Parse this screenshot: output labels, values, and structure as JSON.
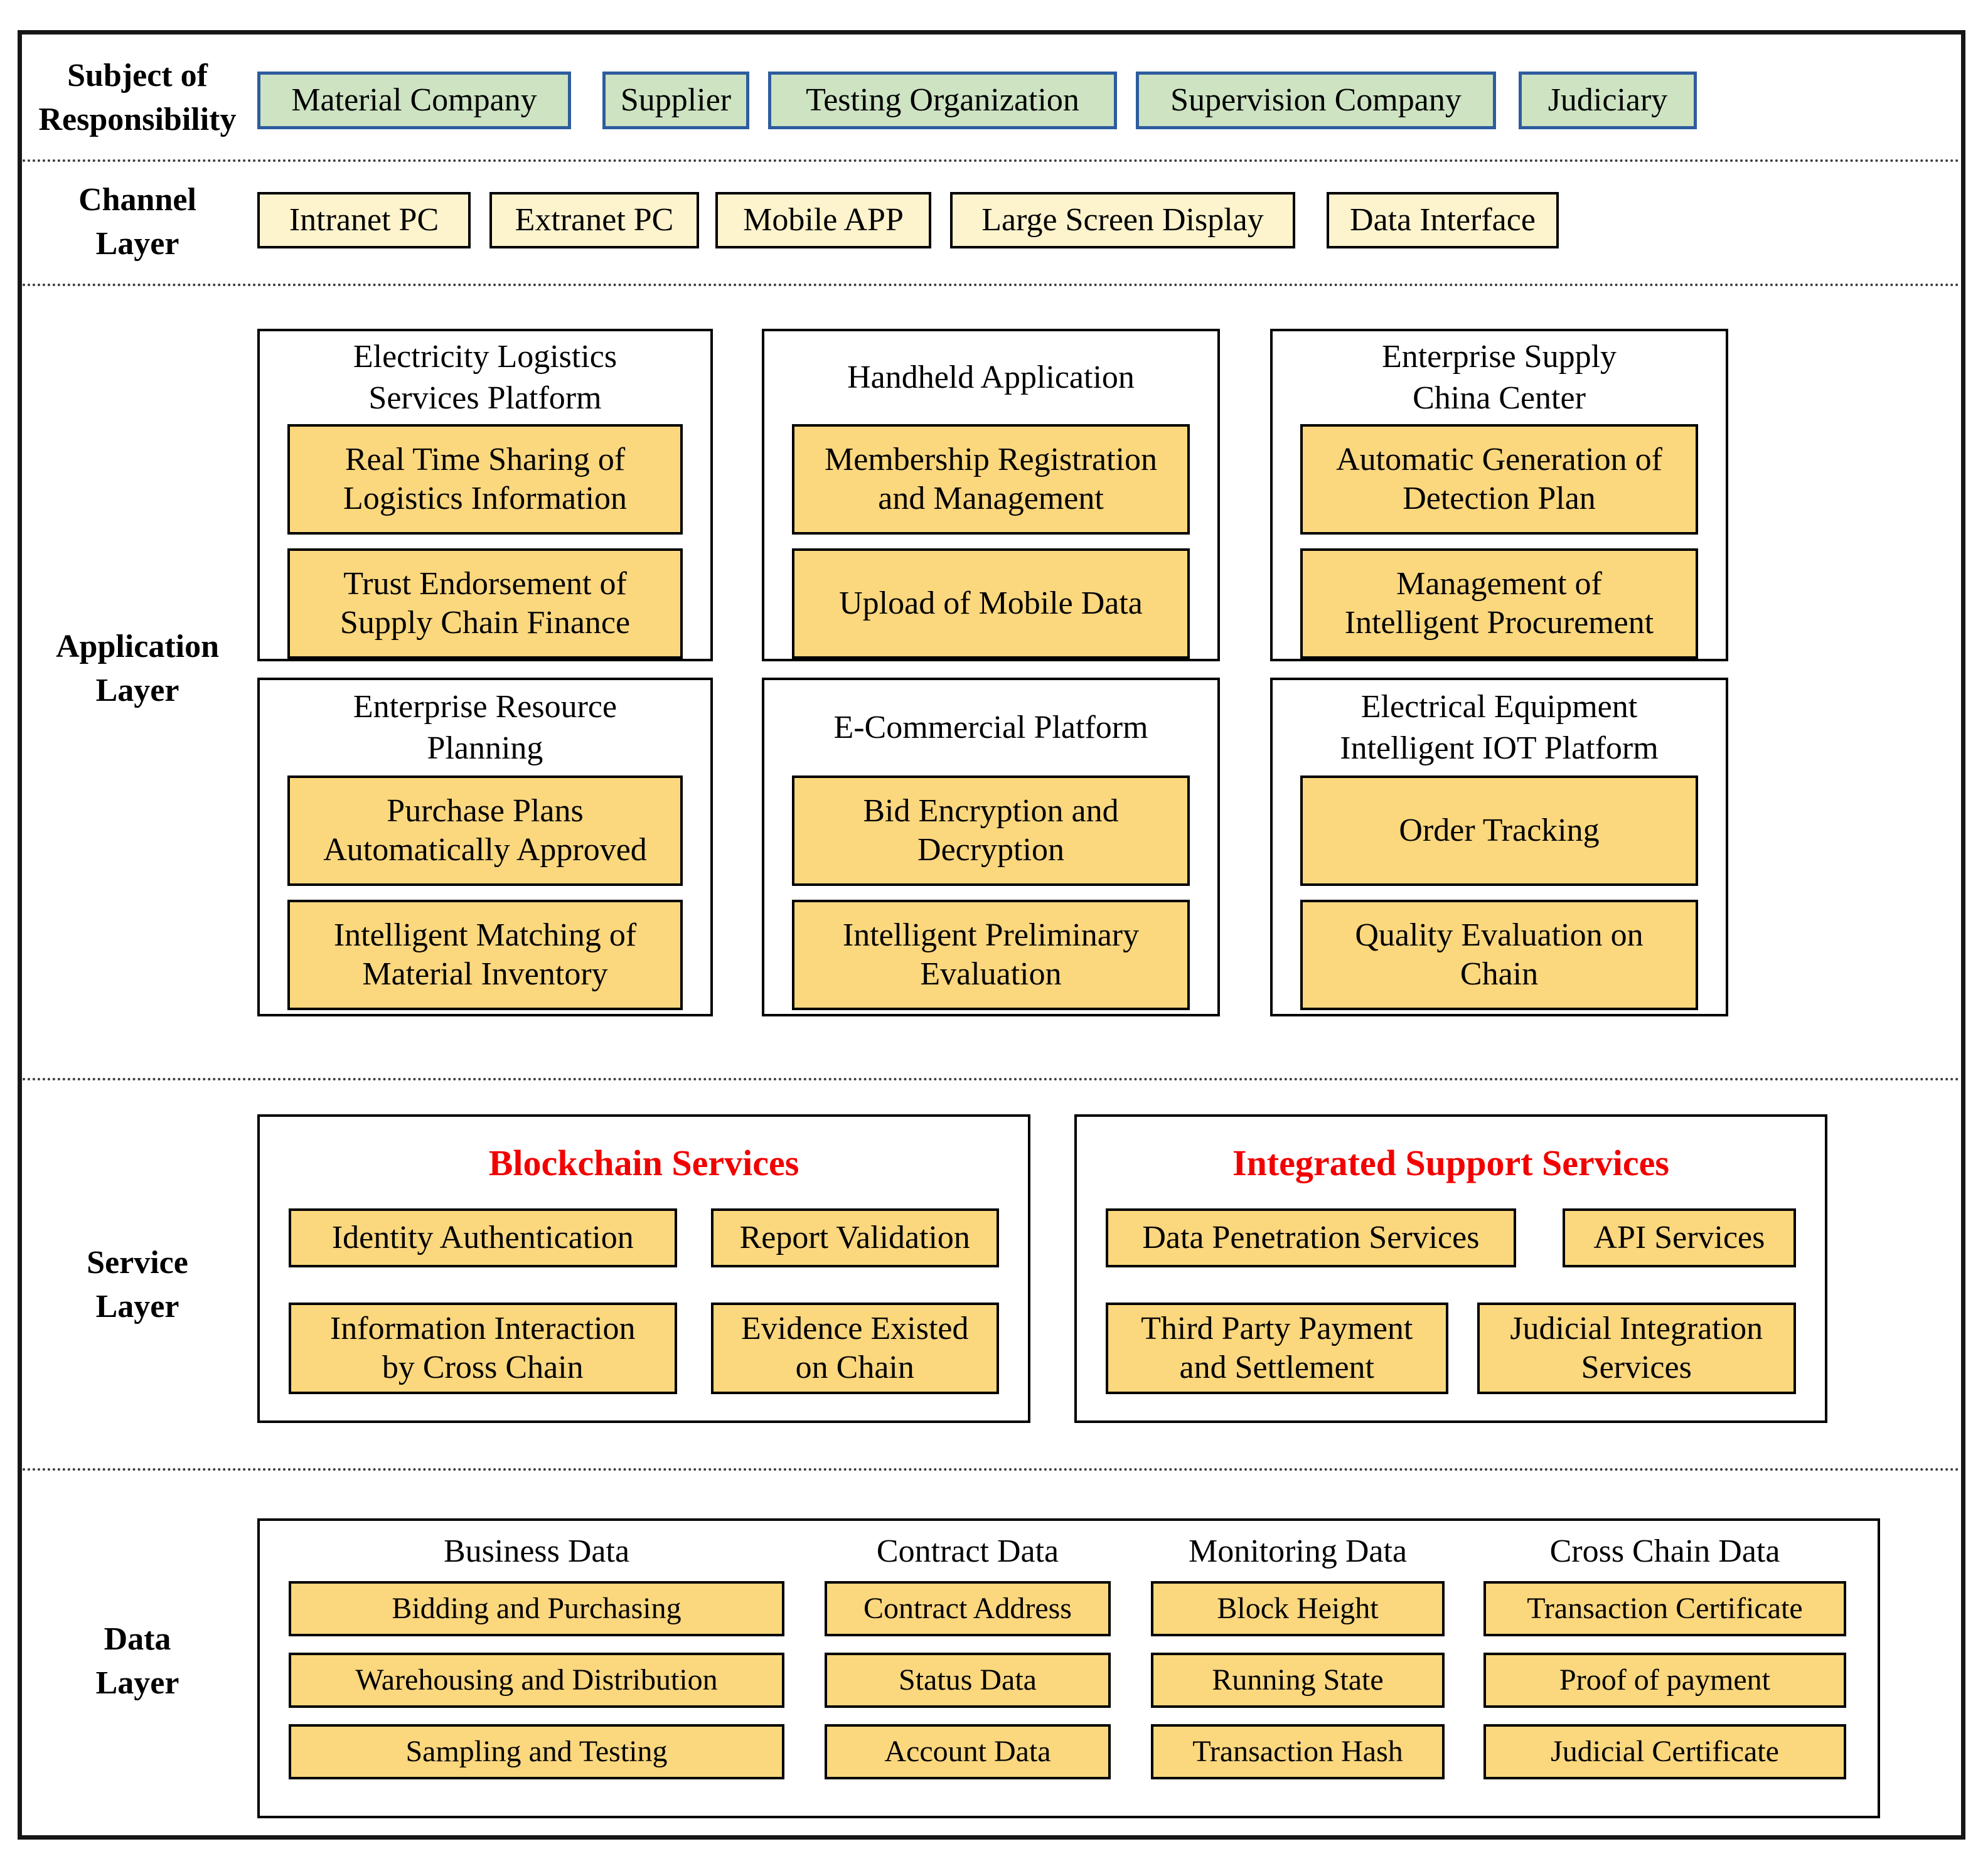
{
  "layer_labels": {
    "subject": "Subject of\nResponsibility",
    "channel": "Channel\nLayer",
    "application": "Application\nLayer",
    "service": "Service\nLayer",
    "data": "Data\nLayer"
  },
  "subject_row": {
    "items": [
      "Material Company",
      "Supplier",
      "Testing Organization",
      "Supervision Company",
      "Judiciary"
    ]
  },
  "channel_row": {
    "items": [
      "Intranet PC",
      "Extranet PC",
      "Mobile APP",
      "Large Screen Display",
      "Data Interface"
    ]
  },
  "application": {
    "platforms": [
      {
        "title": "Electricity Logistics\nServices Platform",
        "features": [
          "Real Time Sharing of\nLogistics Information",
          "Trust Endorsement of\nSupply Chain Finance"
        ]
      },
      {
        "title": "Handheld Application",
        "features": [
          "Membership Registration\nand Management",
          "Upload of Mobile Data"
        ]
      },
      {
        "title": "Enterprise Supply\nChina Center",
        "features": [
          "Automatic Generation of\nDetection Plan",
          "Management of\nIntelligent Procurement"
        ]
      },
      {
        "title": "Enterprise Resource\nPlanning",
        "features": [
          "Purchase Plans\nAutomatically Approved",
          "Intelligent Matching of\nMaterial Inventory"
        ]
      },
      {
        "title": "E-Commercial Platform",
        "features": [
          "Bid Encryption and\nDecryption",
          "Intelligent Preliminary\nEvaluation"
        ]
      },
      {
        "title": "Electrical Equipment\nIntelligent IOT Platform",
        "features": [
          "Order Tracking",
          "Quality Evaluation on\nChain"
        ]
      }
    ]
  },
  "service": {
    "blockchain": {
      "title": "Blockchain Services",
      "items": [
        "Identity Authentication",
        "Report Validation",
        "Information Interaction\nby Cross Chain",
        "Evidence Existed\non Chain"
      ]
    },
    "integrated": {
      "title": "Integrated Support Services",
      "items": [
        "Data Penetration Services",
        "API Services",
        "Third Party Payment\nand Settlement",
        "Judicial Integration\nServices"
      ]
    }
  },
  "data_layer": {
    "columns": [
      {
        "heading": "Business Data",
        "items": [
          "Bidding and Purchasing",
          "Warehousing and Distribution",
          "Sampling and Testing"
        ]
      },
      {
        "heading": "Contract Data",
        "items": [
          "Contract Address",
          "Status Data",
          "Account Data"
        ]
      },
      {
        "heading": "Monitoring Data",
        "items": [
          "Block Height",
          "Running State",
          "Transaction Hash"
        ]
      },
      {
        "heading": "Cross Chain Data",
        "items": [
          "Transaction Certificate",
          "Proof of payment",
          "Judicial Certificate"
        ]
      }
    ]
  },
  "colors": {
    "actor_fill": "#cde3c2",
    "actor_border": "#2e5c9e",
    "channel_fill": "#fdf3cd",
    "feature_fill": "#fbd77e",
    "service_title": "#f20000",
    "line": "#000000"
  }
}
